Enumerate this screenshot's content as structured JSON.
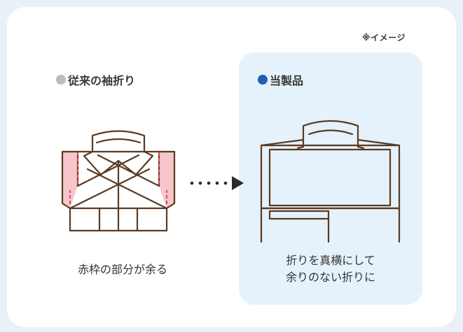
{
  "note": "※イメージ",
  "left": {
    "heading": "従来の袖折り",
    "dot_color": "#bdbdbd",
    "caption": "赤枠の部分が余る"
  },
  "right": {
    "heading": "当製品",
    "dot_color": "#1f5fb2",
    "caption_line1": "折りを真横にして",
    "caption_line2": "余りのない折りに"
  },
  "colors": {
    "outline": "#5a3a22",
    "highlight": "#f6c6cc",
    "highlight_border": "#e0474f",
    "panel_bg": "#e5f2fb",
    "arrow": "#2a2a2a"
  },
  "icons": {
    "arrow": "dotted-arrow-right"
  }
}
